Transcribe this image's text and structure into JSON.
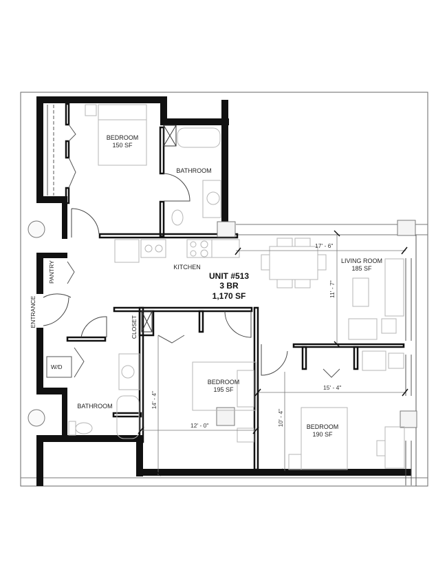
{
  "plan": {
    "unit": {
      "number": "UNIT #513",
      "bedrooms": "3 BR",
      "area": "1,170 SF"
    },
    "rooms": [
      {
        "id": "bedroom-north",
        "name": "BEDROOM",
        "area": "150 SF"
      },
      {
        "id": "bathroom-north",
        "name": "BATHROOM",
        "area": ""
      },
      {
        "id": "kitchen",
        "name": "KITCHEN",
        "area": ""
      },
      {
        "id": "living-room",
        "name": "LIVING ROOM",
        "area": "185 SF"
      },
      {
        "id": "bedroom-center",
        "name": "BEDROOM",
        "area": "195 SF"
      },
      {
        "id": "bedroom-east",
        "name": "BEDROOM",
        "area": "190 SF"
      },
      {
        "id": "bathroom-south",
        "name": "BATHROOM",
        "area": ""
      }
    ],
    "labels": {
      "pantry": "PANTRY",
      "entrance": "ENTRANCE",
      "closet": "CLOSET",
      "washer_dryer": "W/D"
    },
    "dimensions": {
      "living_width": "17' - 6\"",
      "living_depth": "11' - 7\"",
      "bedroom_center_width": "12' - 0\"",
      "bedroom_center_depth": "14' - 4\"",
      "bedroom_east_width": "15' - 4\"",
      "bedroom_east_depth": "10' - 4\""
    },
    "colors": {
      "wall": "#111111",
      "line": "#888888",
      "furniture": "#b5b5b5",
      "frame": "#666666"
    }
  }
}
